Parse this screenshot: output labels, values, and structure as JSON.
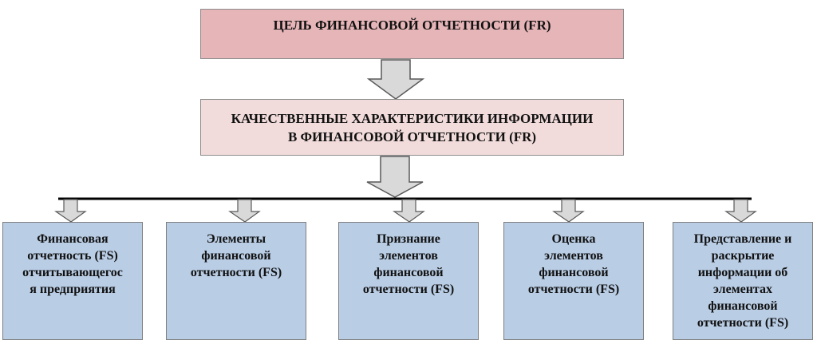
{
  "diagram": {
    "top_box": "ЦЕЛЬ ФИНАНСОВОЙ ОТЧЕТНОСТИ (FR)",
    "second_box": "КАЧЕСТВЕННЫЕ ХАРАКТЕРИСТИКИ ИНФОРМАЦИИ\nВ ФИНАНСОВОЙ ОТЧЕТНОСТИ (FR)",
    "leaves": [
      "Финансовая\nотчетность (FS)\nотчитывающегос\nя предприятия",
      "Элементы\nфинансовой\nотчетности (FS)",
      "Признание\nэлементов\nфинансовой\nотчетности (FS)",
      "Оценка\nэлементов\nфинансовой\nотчетности (FS)",
      "Представление и\nраскрытие\nинформации об\nэлементах\nфинансовой\nотчетности (FS)"
    ]
  },
  "colors": {
    "top_fill": "#e6b5b8",
    "second_fill": "#f2dcdb",
    "leaf_fill": "#b9cde5",
    "arrow_fill": "#d9d9d9",
    "arrow_stroke": "#595959",
    "bus_line": "#000000"
  }
}
